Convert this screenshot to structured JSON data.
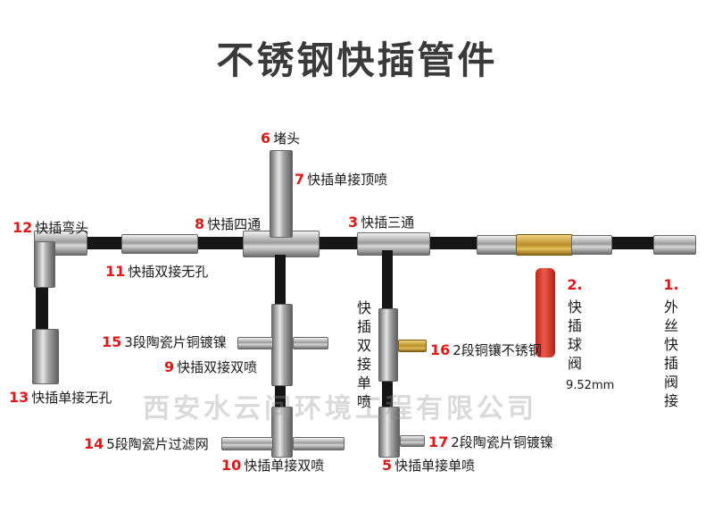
{
  "title": "不锈钢快插管件",
  "watermark": "西安水云间环境工程有限公司",
  "colors": {
    "number": "#e01818",
    "text": "#1a1a1a",
    "title": "#3a3a3a"
  },
  "labels": [
    {
      "num": "6",
      "text": "堵头"
    },
    {
      "num": "7",
      "text": "快插单接顶喷"
    },
    {
      "num": "8",
      "text": "快插四通"
    },
    {
      "num": "3",
      "text": "快插三通"
    },
    {
      "num": "12",
      "text": "快插弯头"
    },
    {
      "num": "11",
      "text": "快插双接无孔"
    },
    {
      "num": "15",
      "text": "3段陶瓷片铜镀镍"
    },
    {
      "num": "9",
      "text": "快插双接双喷"
    },
    {
      "num": "13",
      "text": "快插单接无孔"
    },
    {
      "num": "14",
      "text": "5段陶瓷片过滤网"
    },
    {
      "num": "10",
      "text": "快插单接双喷"
    },
    {
      "num": "16",
      "text": "2段铜镶不锈钢"
    },
    {
      "num": "17",
      "text": "2段陶瓷片铜镀镍"
    },
    {
      "num": "5",
      "text": "快插单接单喷"
    }
  ],
  "vertical_labels": {
    "double_single": {
      "text": "快插双接单喷"
    },
    "ball_valve": {
      "num": "2.",
      "text": "快插球阀",
      "size": "9.52mm"
    },
    "male_thread": {
      "num": "1.",
      "text": "外丝快插阀接"
    }
  }
}
